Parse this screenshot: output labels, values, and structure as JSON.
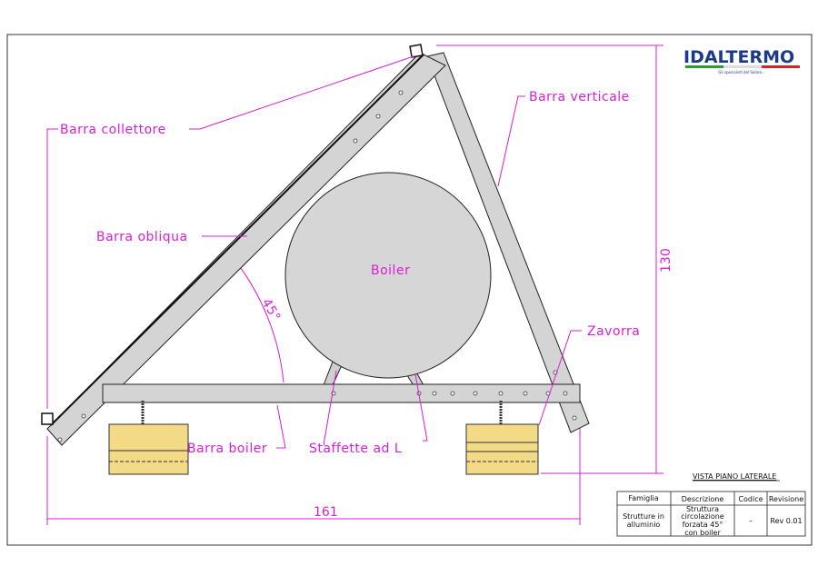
{
  "logo": {
    "brand": "IDALTERMO",
    "tagline": "Gli specialisti del Solare..."
  },
  "labels": {
    "barra_collettore": "Barra collettore",
    "barra_verticale": "Barra verticale",
    "barra_obliqua": "Barra obliqua",
    "boiler": "Boiler",
    "angle": "45°",
    "zavorra": "Zavorra",
    "barra_boiler": "Barra boiler",
    "staffette": "Staffette ad L"
  },
  "dimensions": {
    "width": "161",
    "height": "130"
  },
  "view_title": "VISTA PIANO LATERALE",
  "title_block": {
    "headers": [
      "Famiglia",
      "Descrizione",
      "Codice",
      "Revisione"
    ],
    "famiglia": [
      "Strutture in",
      "alluminio"
    ],
    "descrizione": [
      "Struttura",
      "circolazione",
      "forzata 45°",
      "con boiler"
    ],
    "codice": "–",
    "revisione": "Rev 0.01"
  },
  "colors": {
    "dimension": "#d81ed8",
    "bar": "#d4d4d4",
    "ballast": "#f3da86",
    "brand": "#1c3a8c"
  }
}
